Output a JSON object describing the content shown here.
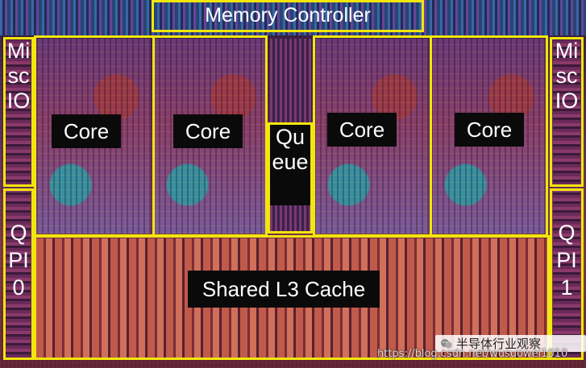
{
  "die": {
    "memory_controller": "Memory Controller",
    "misc_io_left": "MiscIO",
    "misc_io_right": "MiscIO",
    "qpi_left": "QPI0",
    "qpi_right": "QPI1",
    "queue": "Queue",
    "cores": [
      "Core",
      "Core",
      "Core",
      "Core"
    ],
    "l3_cache": "Shared L3 Cache"
  },
  "watermark": {
    "credit": "半导体行业观察",
    "url": "https://blog.csdn.net/wusuowei1010"
  },
  "colors": {
    "outline": "#f2e60c",
    "label_bg": "#0a0a0a",
    "label_text": "#ffffff"
  }
}
